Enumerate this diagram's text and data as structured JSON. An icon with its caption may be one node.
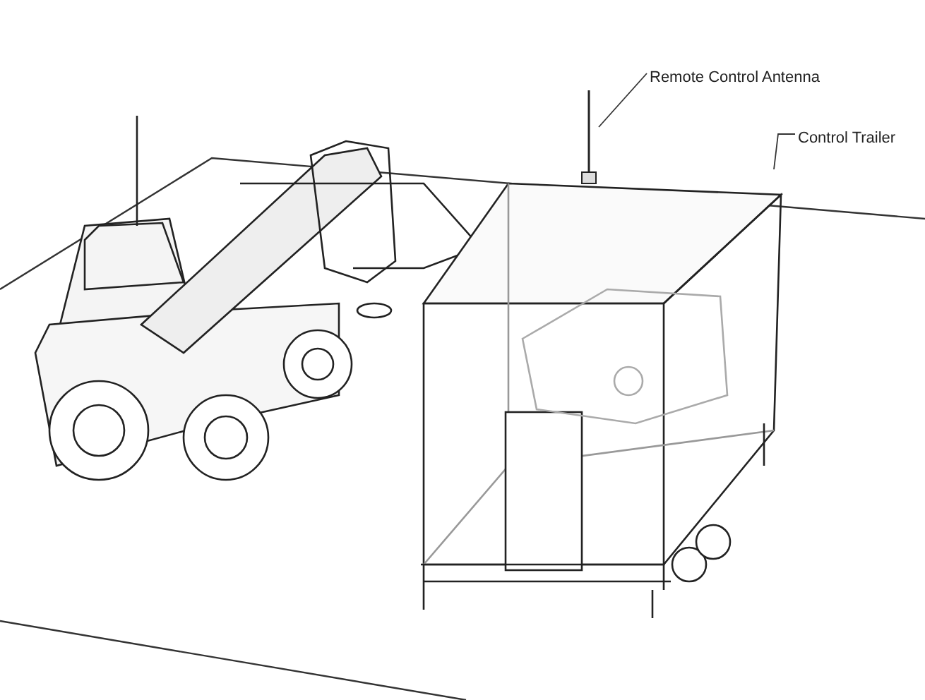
{
  "diagram": {
    "nodes": [
      {
        "text": [
          "Remote Control Antenna"
        ]
      },
      {
        "text": [
          "Control Trailer"
        ]
      },
      {
        "text": [],
        "shape": "picture"
      },
      {
        "text": [],
        "shape": "picture"
      }
    ],
    "edges": [
      {
        "from": 0,
        "to": 2,
        "arrow": "none"
      },
      {
        "from": 1,
        "to": 3,
        "arrow": "none"
      }
    ]
  }
}
